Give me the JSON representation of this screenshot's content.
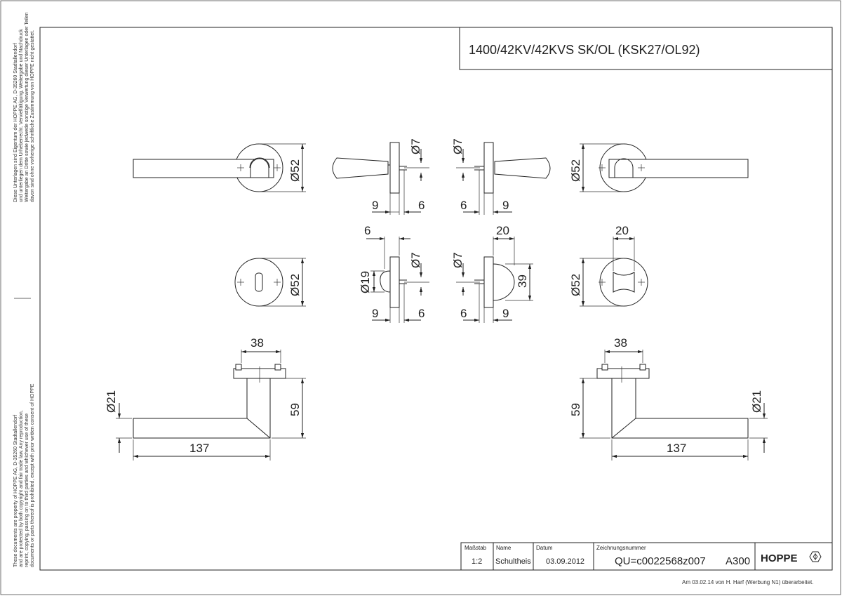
{
  "title": "1400/42KV/42KVS SK/OL (KSK27/OL92)",
  "side_note_de": [
    "Diese Unterlagen sind Eigentum der  HOPPE AG, D-35260 Stadtallendorf",
    "und unterliegen dem Urheberrecht. Vervielfältigung, Weitergabe und Nachdruck",
    "Weitergabe an Dritte sowie jedwede sonstige Verwertung dieser Unterlagen oder Teilen",
    "davon sind ohne vorherige schriftliche Zustimmung von HOPPE nicht gestattet."
  ],
  "side_note_en": [
    "These documents are property of HOPPE AG, D-35260 Stadtallendorf",
    "and are protected by both copyright and fair trade law. Any reproduction,",
    "reprint, copying, passing on to third parties and whichever use of these",
    "documents or parts thereof is prohibited, except with prior written consent of HOPPE"
  ],
  "dimensions": {
    "d52": "Ø52",
    "d7": "Ø7",
    "d19": "Ø19",
    "d21": "Ø21",
    "n9": "9",
    "n6": "6",
    "n20": "20",
    "n39": "39",
    "n38": "38",
    "n59": "59",
    "n137": "137"
  },
  "title_block": {
    "scale_label": "Maßstab",
    "scale": "1:2",
    "name_label": "Name",
    "name": "Schultheis",
    "date_label": "Datum",
    "date": "03.09.2012",
    "number_label": "Zeichnungsnummer",
    "number": "QU=c0022568z007",
    "format": "A300",
    "brand": "HOPPE"
  },
  "footer_note": "Am 03.02.14 von H. Harf (Werbung N1) überarbeitet."
}
